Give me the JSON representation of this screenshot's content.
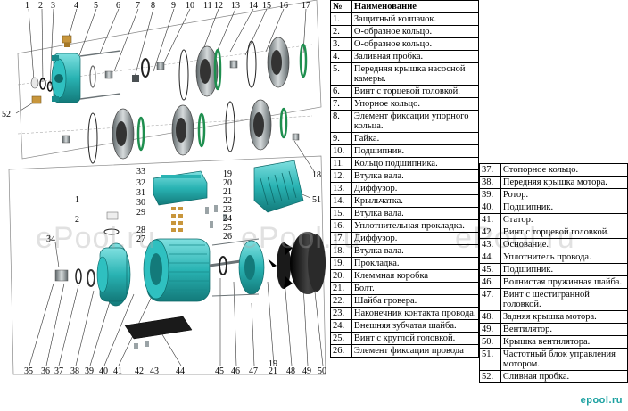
{
  "table": {
    "header": {
      "num": "№",
      "name": "Наименование"
    },
    "left_rows": [
      {
        "num": "1.",
        "name": "Защитный колпачок."
      },
      {
        "num": "2.",
        "name": "О-образное кольцо."
      },
      {
        "num": "3.",
        "name": "О-образное кольцо."
      },
      {
        "num": "4.",
        "name": "Заливная пробка."
      },
      {
        "num": "5.",
        "name": "Передняя крышка насосной камеры."
      },
      {
        "num": "6.",
        "name": "Винт с торцевой головкой."
      },
      {
        "num": "7.",
        "name": "Упорное кольцо."
      },
      {
        "num": "8.",
        "name": "Элемент фиксации упорного кольца."
      },
      {
        "num": "9.",
        "name": "Гайка."
      },
      {
        "num": "10.",
        "name": "Подшипник."
      },
      {
        "num": "11.",
        "name": "Кольцо подшипника."
      },
      {
        "num": "12.",
        "name": "Втулка вала."
      },
      {
        "num": "13.",
        "name": "Диффузор."
      },
      {
        "num": "14.",
        "name": "Крыльчатка."
      },
      {
        "num": "15.",
        "name": "Втулка вала."
      },
      {
        "num": "16.",
        "name": "Уплотнительная прокладка."
      },
      {
        "num": "17.",
        "name": "Диффузор."
      },
      {
        "num": "18.",
        "name": "Втулка вала."
      },
      {
        "num": "19.",
        "name": "Прокладка."
      },
      {
        "num": "20.",
        "name": "Клеммная коробка"
      },
      {
        "num": "21.",
        "name": "Болт."
      },
      {
        "num": "22.",
        "name": "Шайба гровера."
      },
      {
        "num": "23.",
        "name": "Наконечник контакта провода."
      },
      {
        "num": "24.",
        "name": "Внешняя зубчатая шайба."
      },
      {
        "num": "25.",
        "name": "Винт с круглой головкой."
      },
      {
        "num": "26.",
        "name": "Элемент фиксации провода"
      }
    ],
    "right_rows": [
      {
        "num": "37.",
        "name": "Стопорное кольцо."
      },
      {
        "num": "38.",
        "name": "Передняя крышка мотора."
      },
      {
        "num": "39.",
        "name": "Ротор."
      },
      {
        "num": "40.",
        "name": "Подшипник."
      },
      {
        "num": "41.",
        "name": "Статор."
      },
      {
        "num": "42.",
        "name": "Винт с торцевой головкой."
      },
      {
        "num": "43.",
        "name": "Основание."
      },
      {
        "num": "44.",
        "name": "Уплотнитель провода."
      },
      {
        "num": "45.",
        "name": "Подшипник."
      },
      {
        "num": "46.",
        "name": "Волнистая пружинная шайба."
      },
      {
        "num": "47.",
        "name": "Винт с шестигранной головкой."
      },
      {
        "num": "48.",
        "name": "Задняя крышка мотора."
      },
      {
        "num": "49.",
        "name": "Вентилятор."
      },
      {
        "num": "50.",
        "name": "Крышка вентилятора."
      },
      {
        "num": "51.",
        "name": "Частотный блок управления мотором."
      },
      {
        "num": "52.",
        "name": "Сливная пробка."
      }
    ]
  },
  "callouts": {
    "top": [
      "1",
      "2",
      "3",
      "4",
      "5",
      "6",
      "7",
      "8",
      "9",
      "10",
      "11",
      "12",
      "13",
      "14",
      "15",
      "16",
      "17"
    ],
    "side": [
      "52",
      "18",
      "51",
      "19",
      "20",
      "21",
      "22",
      "23",
      "24",
      "25",
      "26",
      "27",
      "28",
      "29",
      "30",
      "31",
      "32",
      "33",
      "1",
      "2",
      "34"
    ],
    "bottom": [
      "35",
      "36",
      "37",
      "38",
      "39",
      "40",
      "41",
      "42",
      "43",
      "44",
      "45",
      "46",
      "47",
      "21",
      "19",
      "48",
      "49",
      "50"
    ]
  },
  "watermark": [
    "ePool.ru",
    "ePool.ru",
    "ePool.ru"
  ],
  "logo": "epool.ru",
  "colors": {
    "teal": "#29b3b3",
    "teal_dark": "#178a8a",
    "steel": "#9aa3a6",
    "steel_dark": "#5d6568",
    "black_part": "#1a1a1a",
    "brass": "#c8963c",
    "green_ring": "#1f8f4f"
  }
}
